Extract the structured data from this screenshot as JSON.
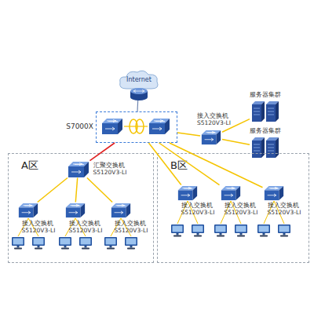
{
  "diagram": {
    "nodes": [
      {
        "text": [
          "Internet"
        ]
      },
      {
        "text": [
          "S7000X"
        ]
      },
      {
        "text": [
          "接入交换机 S5120V3-LI"
        ]
      },
      {
        "text": [
          "服务器集群"
        ]
      },
      {
        "text": [
          "服务器集群"
        ]
      },
      {
        "text": [
          "A区"
        ]
      },
      {
        "text": [
          "汇聚交换机 S5120V3-LI"
        ],
        "in": 5
      },
      {
        "text": [
          "接入交换机 S5120V3-LI"
        ],
        "in": 5
      },
      {
        "text": [
          "接入交换机 S5120V3-LI"
        ],
        "in": 5
      },
      {
        "text": [
          "接入交换机 S5120V3-LI"
        ],
        "in": 5
      },
      {
        "text": [
          "B区"
        ]
      },
      {
        "text": [
          "接入交换机 S5120V3-LI"
        ],
        "in": 10
      },
      {
        "text": [
          "接入交换机 S5120V3-LI"
        ],
        "in": 10
      },
      {
        "text": [
          "接入交换机 S5120V3-LI"
        ],
        "in": 10
      }
    ],
    "edges": [
      {
        "from": 0,
        "to": 1,
        "arrow": "none"
      },
      {
        "from": 1,
        "to": 2,
        "arrow": "none"
      },
      {
        "from": 2,
        "to": 3,
        "arrow": "none"
      },
      {
        "from": 2,
        "to": 4,
        "arrow": "none"
      },
      {
        "from": 1,
        "to": 6,
        "arrow": "none"
      },
      {
        "from": 6,
        "to": 7,
        "arrow": "none"
      },
      {
        "from": 6,
        "to": 8,
        "arrow": "none"
      },
      {
        "from": 6,
        "to": 9,
        "arrow": "none"
      },
      {
        "from": 1,
        "to": 11,
        "arrow": "none"
      },
      {
        "from": 1,
        "to": 12,
        "arrow": "none"
      },
      {
        "from": 1,
        "to": 13,
        "arrow": "none"
      }
    ]
  }
}
